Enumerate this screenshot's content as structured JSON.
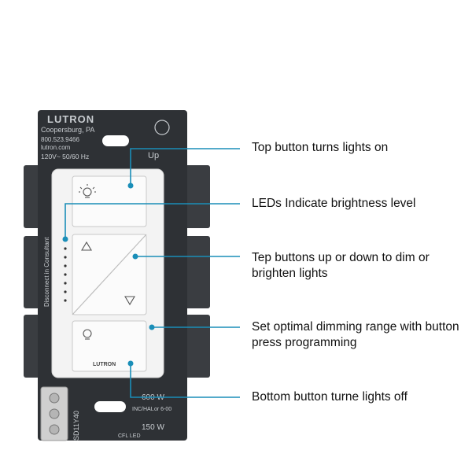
{
  "colors": {
    "accent": "#1a8eb8",
    "switch_body": "#f3f3f3",
    "yoke": "#2e3135"
  },
  "device": {
    "brand": "LUTRON",
    "maker_city": "Coopersburg, PA",
    "phone": "800.523.9466",
    "website": "lutron.com",
    "rating": "120V~ 50/60 Hz",
    "up_mark": "Up",
    "side_text": "Disconnect in Consultant",
    "wattage_high": "600 W",
    "wattage_low": "150 W",
    "load_types": "INC/HAL",
    "load_note": "or 6-00",
    "model": "SD11Y40",
    "bulb_types": "CFL  LED",
    "button_brand": "LUTRON"
  },
  "icons": {
    "top_button": "light-on-icon",
    "raise": "triangle-up-icon",
    "lower": "triangle-down-icon",
    "bottom_button": "light-off-icon"
  },
  "callouts": [
    {
      "text": "Top button turns lights on"
    },
    {
      "text": "LEDs Indicate brightness level"
    },
    {
      "text": "Tep buttons up or down to dim or brighten lights"
    },
    {
      "text": "Set optimal dimming range with button press programming"
    },
    {
      "text": "Bottom button turne lights off"
    }
  ]
}
